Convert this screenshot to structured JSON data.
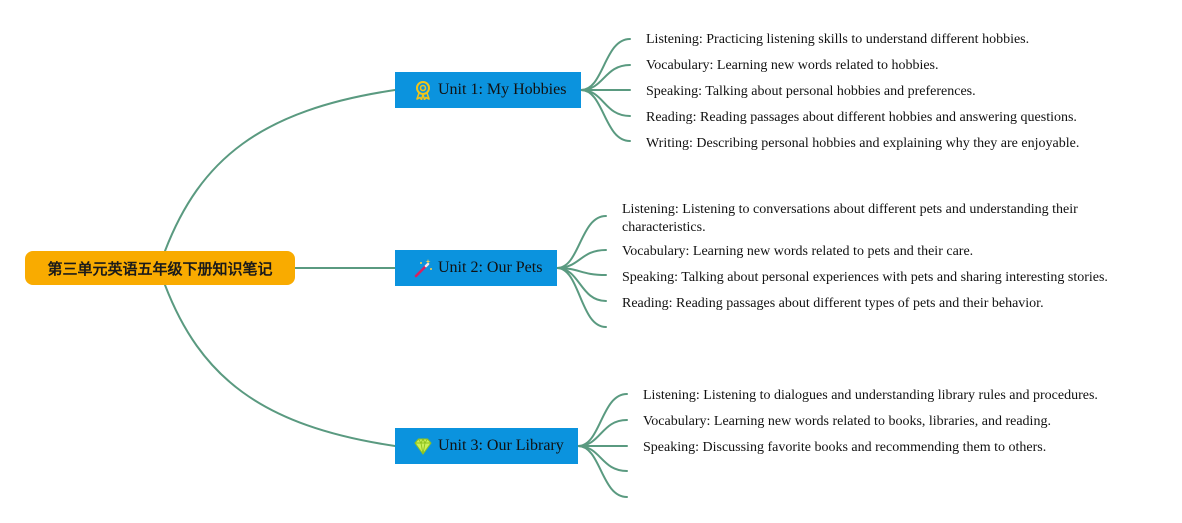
{
  "root": {
    "title": "第三单元英语五年级下册知识笔记"
  },
  "colors": {
    "root_fill": "#f9ab00",
    "unit_fill": "#0b93de",
    "connector": "#5a9a80"
  },
  "units": [
    {
      "title": "Unit 1: My Hobbies",
      "icon": "award-ribbon-icon",
      "items": [
        "Listening: Practicing listening skills to understand different hobbies.",
        "Vocabulary: Learning new words related to hobbies.",
        "Speaking: Talking about personal hobbies and preferences.",
        "Reading: Reading passages about different hobbies and answering questions.",
        "Writing: Describing personal hobbies and explaining why they are enjoyable."
      ]
    },
    {
      "title": "Unit 2: Our Pets",
      "icon": "magic-wand-icon",
      "items": [
        "Listening: Listening to conversations about different pets and understanding their characteristics.",
        "Vocabulary: Learning new words related to pets and their care.",
        "Speaking: Talking about personal experiences with pets and sharing interesting stories.",
        "Reading: Reading passages about different types of pets and their behavior.",
        ""
      ]
    },
    {
      "title": "Unit 3: Our Library",
      "icon": "diamond-icon",
      "items": [
        "Listening: Listening to dialogues and understanding library rules and procedures.",
        "Vocabulary: Learning new words related to books, libraries, and reading.",
        "Speaking: Discussing favorite books and recommending them to others.",
        "",
        ""
      ]
    }
  ]
}
